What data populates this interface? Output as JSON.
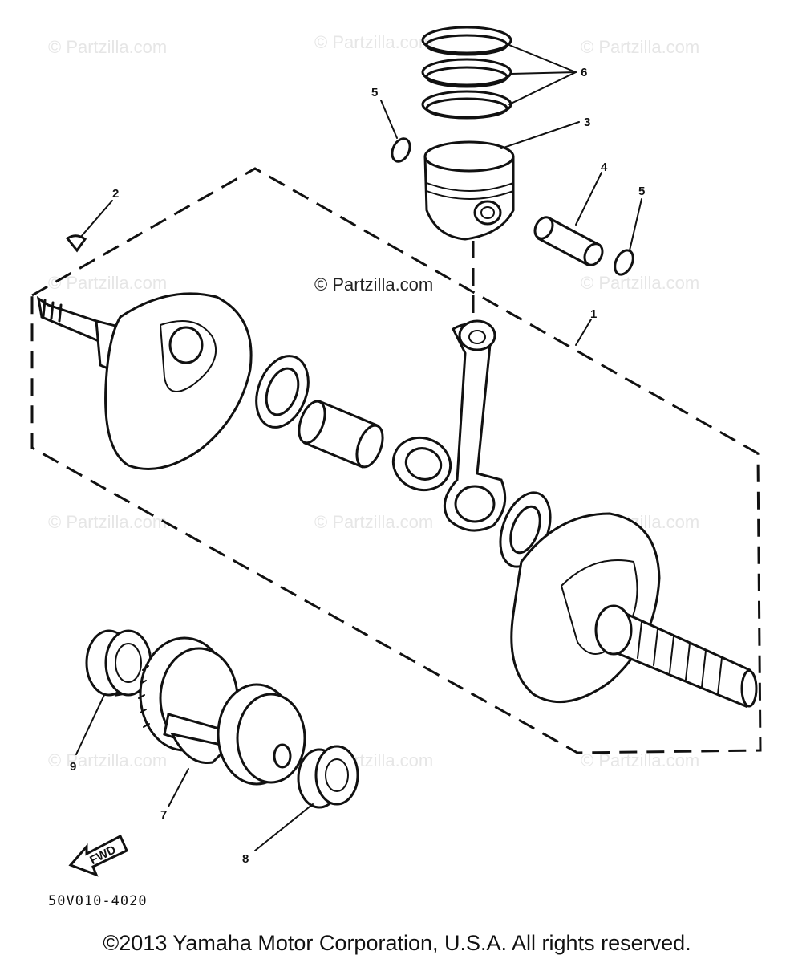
{
  "watermark_text": "© Partzilla.com",
  "center_watermark": "© Partzilla.com",
  "callouts": {
    "c1": "1",
    "c2": "2",
    "c3": "3",
    "c4": "4",
    "c5a": "5",
    "c5b": "5",
    "c6": "6",
    "c7": "7",
    "c8": "8",
    "c9": "9"
  },
  "fwd_label": "FWD",
  "drawing_code": "50V010-4020",
  "copyright": "©2013 Yamaha Motor Corporation, U.S.A. All rights reserved."
}
